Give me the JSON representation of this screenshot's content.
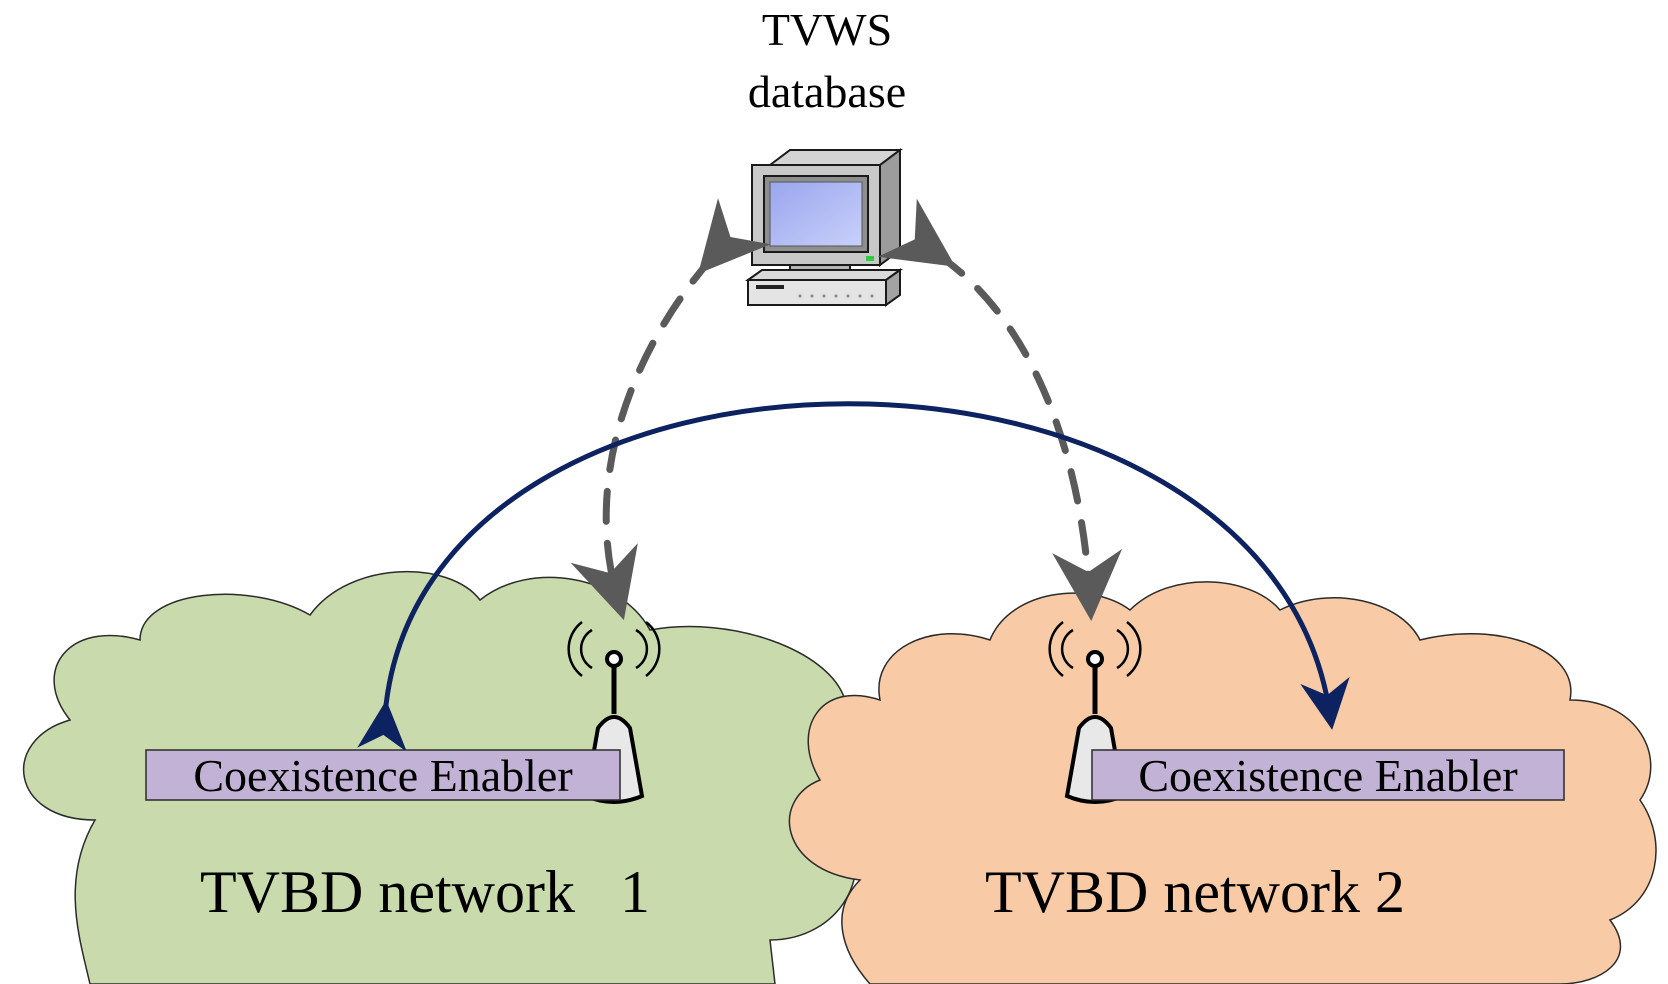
{
  "database": {
    "line1": "TVWS",
    "line2": "database",
    "icon": "computer-icon"
  },
  "networks": [
    {
      "label": "TVBD network   1",
      "enabler_label": "Coexistence Enabler",
      "cloud_color": "#c9dbac",
      "icon": "antenna-icon"
    },
    {
      "label": "TVBD network 2",
      "enabler_label": "Coexistence Enabler",
      "cloud_color": "#f8caa6",
      "icon": "antenna-icon"
    }
  ],
  "colors": {
    "enabler_box": "#c2b2d6",
    "dashed_arrow": "#5a5a5a",
    "solid_arrow": "#0d2260",
    "outline": "#2b2b2b"
  }
}
